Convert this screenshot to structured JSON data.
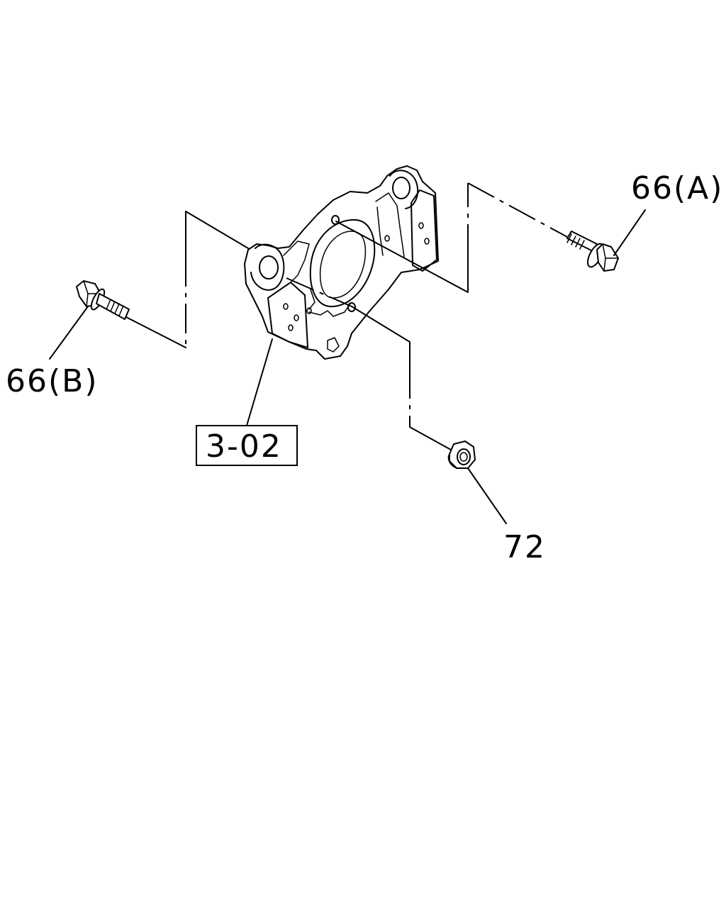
{
  "diagram": {
    "callouts": {
      "bolt_a": "66(A)",
      "bolt_b": "66(B)",
      "nut": "72",
      "reference": "3-02"
    }
  }
}
